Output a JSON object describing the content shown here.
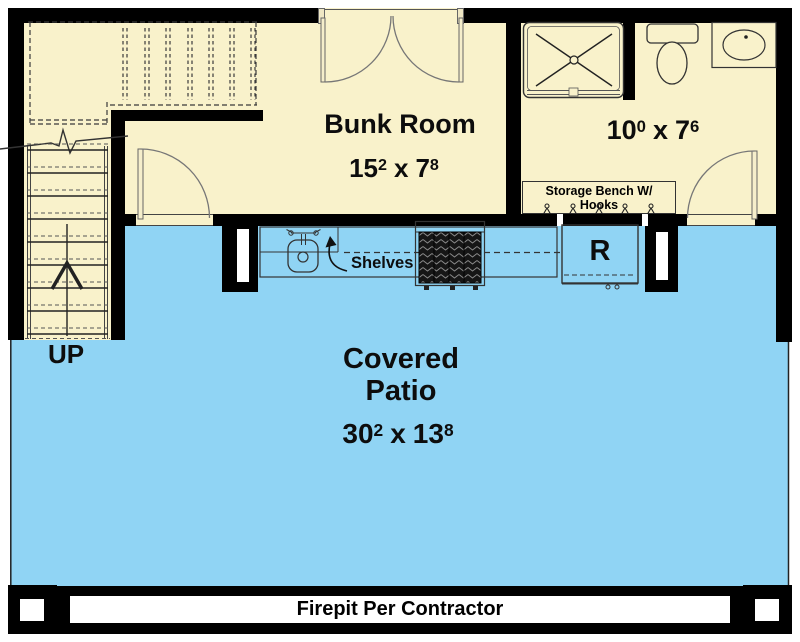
{
  "colors": {
    "floor_cream": "#f9f2cb",
    "patio_blue": "#90d4f4",
    "wall_black": "#000000",
    "firepit_white": "#ffffff"
  },
  "rooms": {
    "bunk": {
      "name": "Bunk Room",
      "dims": {
        "feet_w": "15",
        "in_w": "2",
        "sep": "x",
        "feet_h": "7",
        "in_h": "8"
      }
    },
    "bath": {
      "dims": {
        "feet_w": "10",
        "in_w": "0",
        "sep": "x",
        "feet_h": "7",
        "in_h": "6"
      }
    },
    "patio": {
      "name_line1": "Covered",
      "name_line2": "Patio",
      "dims": {
        "feet_w": "30",
        "in_w": "2",
        "sep": "x",
        "feet_h": "13",
        "in_h": "8"
      }
    }
  },
  "labels": {
    "stairs_direction": "UP",
    "shelves": "Shelves",
    "refrigerator": "R",
    "bench_line1": "Storage Bench W/",
    "bench_line2": "Hooks",
    "firepit": "Firepit Per Contractor"
  }
}
